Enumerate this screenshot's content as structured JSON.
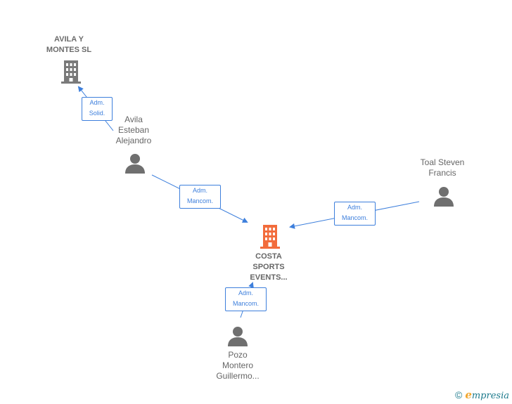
{
  "colors": {
    "edge": "#3d7fdc",
    "company_icon": "#7a7a7a",
    "main_company_icon": "#f26c3c",
    "person_icon": "#6f6f6f"
  },
  "nodes": {
    "avila_montes": {
      "label": "AVILA Y\nMONTES  SL",
      "icon": "building-icon"
    },
    "avila_esteban": {
      "label": "Avila\nEsteban\nAlejandro",
      "icon": "person-icon"
    },
    "toal_steven": {
      "label": "Toal Steven\nFrancis",
      "icon": "person-icon"
    },
    "costa_sports": {
      "label": "COSTA\nSPORTS\nEVENTS...",
      "icon": "building-icon"
    },
    "pozo_montero": {
      "label": "Pozo\nMontero\nGuillermo...",
      "icon": "person-icon"
    }
  },
  "edges": {
    "avila_to_avilamontes": {
      "label": "Adm.\nSolid."
    },
    "avila_to_costa": {
      "label": "Adm.\nMancom."
    },
    "toal_to_costa": {
      "label": "Adm.\nMancom."
    },
    "pozo_to_costa": {
      "label": "Adm.\nMancom."
    }
  },
  "footer": {
    "copyright_symbol": "©",
    "brand_initial": "e",
    "brand_rest": "mpresia"
  }
}
